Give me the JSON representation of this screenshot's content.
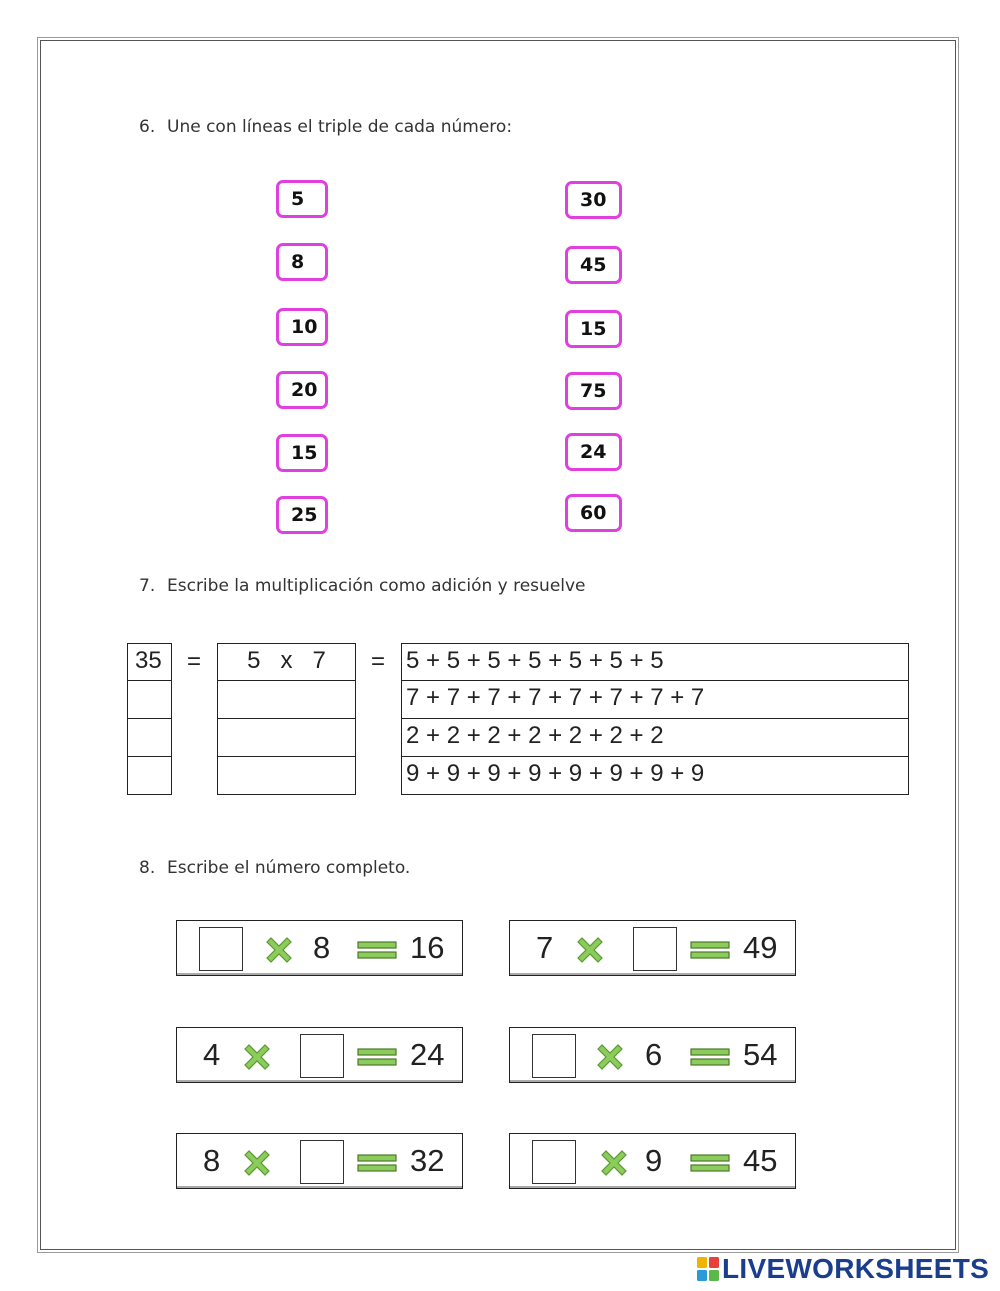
{
  "section6": {
    "number": "6.",
    "title": "Une con líneas el triple de cada número:",
    "left": [
      "5",
      "8",
      "10",
      "20",
      "15",
      "25"
    ],
    "right": [
      "30",
      "45",
      "15",
      "75",
      "24",
      "60"
    ],
    "border_color": "#e040e0"
  },
  "section7": {
    "number": "7.",
    "title": "Escribe la multiplicación como adición y resuelve",
    "eq": "=",
    "rows": [
      {
        "result": "35",
        "mult": "5   x   7",
        "sum": "5 + 5 + 5 + 5 + 5 + 5 + 5"
      },
      {
        "result": "",
        "mult": "",
        "sum": "7 + 7 + 7 + 7 + 7 + 7 + 7 + 7"
      },
      {
        "result": "",
        "mult": "",
        "sum": "2 + 2 + 2 + 2 + 2 + 2 + 2"
      },
      {
        "result": "",
        "mult": "",
        "sum": "9 + 9 + 9 + 9 + 9 + 9 + 9 + 9"
      }
    ]
  },
  "section8": {
    "number": "8.",
    "title": "Escribe el número completo.",
    "times_icon": "green-x-icon",
    "equals_icon": "green-equals-icon",
    "accent_color": "#7cc04a",
    "equations": [
      {
        "a": "",
        "b": "8",
        "c": "16"
      },
      {
        "a": "7",
        "b": "",
        "c": "49"
      },
      {
        "a": "4",
        "b": "",
        "c": "24"
      },
      {
        "a": "",
        "b": "6",
        "c": "54"
      },
      {
        "a": "8",
        "b": "",
        "c": "32"
      },
      {
        "a": "",
        "b": "9",
        "c": "45"
      }
    ]
  },
  "footer": {
    "logo_text": "LIVEWORKSHEETS"
  }
}
